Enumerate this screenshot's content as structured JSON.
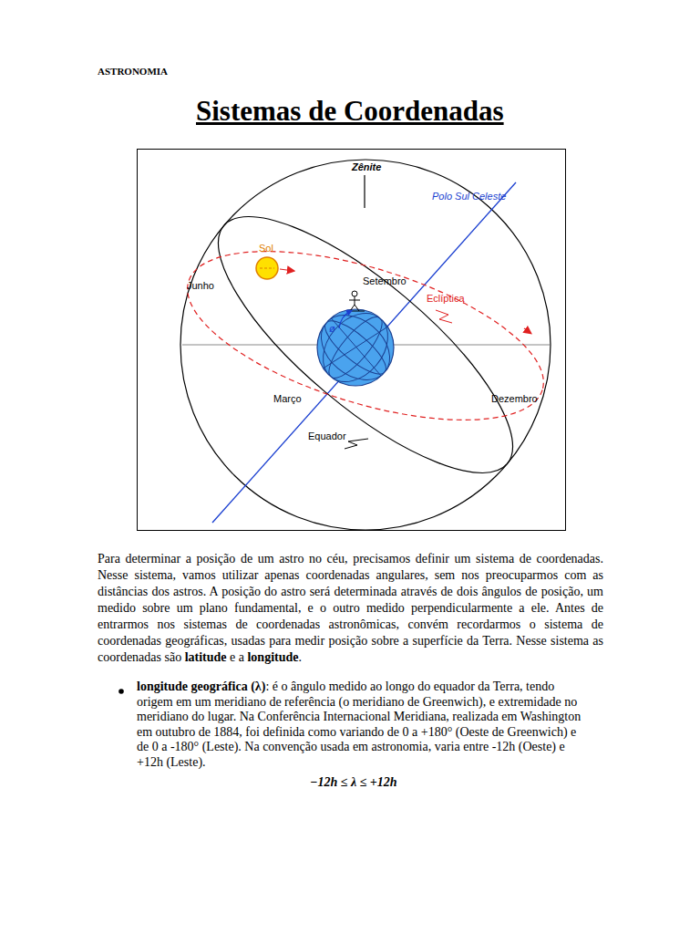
{
  "diagram": {
    "title": "Sistemas de Coordenadas",
    "labels": [
      "ASTRONOMIA",
      "Zênite",
      "Polo Sul Celeste",
      "Sol",
      "Junho",
      "Setembro",
      "ø",
      "Eclíptica",
      "Março",
      "Dezembro",
      "Equador",
      "Para determinar a posição de um astro no céu, precisamos definir um sistema de coordenadas. Nesse sistema, vamos utilizar apenas coordenadas angulares, sem nos preocuparmos com as distâncias dos astros. A posição do astro será determinada através de dois ângulos de posição, um medido sobre um plano fundamental, e o outro medido perpendicularmente a ele. Antes de entrarmos nos sistemas de coordenadas astronômicas, convém recordarmos o sistema de coordenadas geográficas, usadas para medir posição sobre a superfície da Terra. Nesse sistema as coordenadas são",
      "latitude",
      "e a",
      "longitude",
      ".",
      "longitude geográfica (λ)",
      ": é o ângulo medido ao longo do equador da Terra, tendo origem em um meridiano de referência (o meridiano de Greenwich), e extremidade no meridiano do lugar. Na Conferência Internacional Meridiana, realizada em Washington em outubro de 1884, foi definida como variando de 0 a +180° (Oeste de Greenwich) e de 0 a -180° (Leste). Na convenção usada em astronomia, varia entre -12h (Oeste) e +12h (Leste).",
      "−12h ≤ λ ≤ +12h"
    ]
  }
}
